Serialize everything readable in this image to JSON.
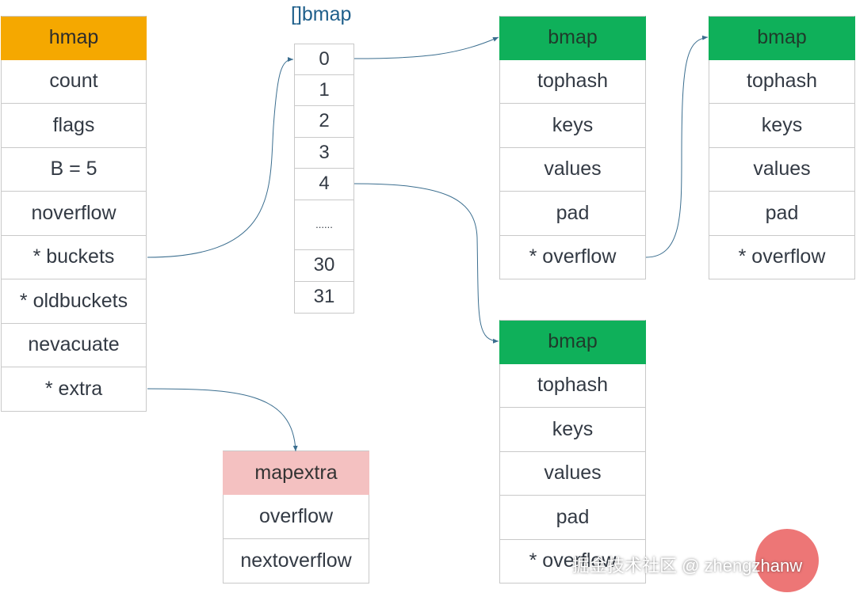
{
  "hmap": {
    "title": "hmap",
    "fields": [
      "count",
      "flags",
      "B = 5",
      "noverflow",
      "* buckets",
      "* oldbuckets",
      "nevacuate",
      "* extra"
    ]
  },
  "bucket_array": {
    "label": "[]bmap",
    "cells": [
      "0",
      "1",
      "2",
      "3",
      "4",
      "......",
      "30",
      "31"
    ]
  },
  "bmap_a": {
    "title": "bmap",
    "fields": [
      "tophash",
      "keys",
      "values",
      "pad",
      "* overflow"
    ]
  },
  "bmap_b": {
    "title": "bmap",
    "fields": [
      "tophash",
      "keys",
      "values",
      "pad",
      "* overflow"
    ]
  },
  "bmap_c": {
    "title": "bmap",
    "fields": [
      "tophash",
      "keys",
      "values",
      "pad",
      "* overflow"
    ]
  },
  "mapextra": {
    "title": "mapextra",
    "fields": [
      "overflow",
      "nextoverflow"
    ]
  },
  "watermark": "掘金技术社区 @ zhengzhanw",
  "colors": {
    "hmap_header": "#f5a800",
    "bmap_header": "#0fb05a",
    "mapextra_header": "#f4c1c1",
    "arrow": "#3b6e8f",
    "watermark_circle": "#ec6a6a"
  }
}
